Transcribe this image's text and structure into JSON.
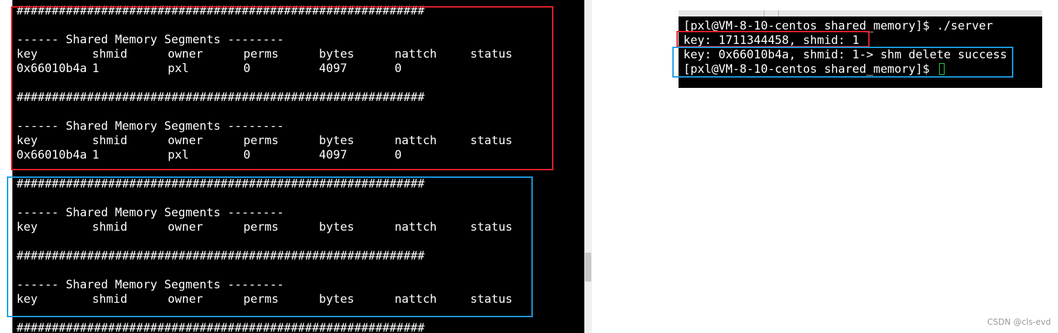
{
  "left_terminal": {
    "blocks": [
      {
        "separator": "##########################################################",
        "header": "------ Shared Memory Segments --------",
        "columns": [
          "key",
          "shmid",
          "owner",
          "perms",
          "bytes",
          "nattch",
          "status"
        ],
        "row": [
          "0x66010b4a",
          "1",
          "pxl",
          "0",
          "4097",
          "0",
          ""
        ]
      },
      {
        "separator": "##########################################################",
        "header": "------ Shared Memory Segments --------",
        "columns": [
          "key",
          "shmid",
          "owner",
          "perms",
          "bytes",
          "nattch",
          "status"
        ],
        "row": [
          "0x66010b4a",
          "1",
          "pxl",
          "0",
          "4097",
          "0",
          ""
        ]
      },
      {
        "separator": "##########################################################",
        "header": "------ Shared Memory Segments --------",
        "columns": [
          "key",
          "shmid",
          "owner",
          "perms",
          "bytes",
          "nattch",
          "status"
        ]
      },
      {
        "separator": "##########################################################",
        "header": "------ Shared Memory Segments --------",
        "columns": [
          "key",
          "shmid",
          "owner",
          "perms",
          "bytes",
          "nattch",
          "status"
        ]
      }
    ],
    "trailing_separator": "##########################################################"
  },
  "right_terminal": {
    "line1": "[pxl@VM-8-10-centos shared_memory]$ ./server",
    "line2": "key: 1711344458, shmid: 1",
    "line3": "key: 0x66010b4a, shmid: 1-> shm delete success",
    "line4": "[pxl@VM-8-10-centos shared_memory]$ "
  },
  "annotation_colors": {
    "red": "#e8202a",
    "blue": "#1a9ee0",
    "cursor": "#2ecc40"
  },
  "watermark": "CSDN @cls-evd"
}
